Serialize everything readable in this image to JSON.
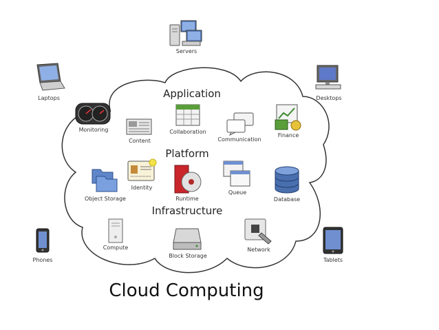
{
  "title": "Cloud Computing",
  "layers": {
    "application": "Application",
    "platform": "Platform",
    "infrastructure": "Infrastructure"
  },
  "devices": {
    "servers": "Servers",
    "laptops": "Laptops",
    "desktops": "Desktops",
    "phones": "Phones",
    "tablets": "Tablets"
  },
  "services": {
    "monitoring": "Monitoring",
    "content": "Content",
    "collaboration": "Collaboration",
    "communication": "Communication",
    "finance": "Finance",
    "object_storage": "Object Storage",
    "identity": "Identity",
    "runtime": "Runtime",
    "queue": "Queue",
    "database": "Database",
    "compute": "Compute",
    "block_storage": "Block Storage",
    "network": "Network"
  }
}
